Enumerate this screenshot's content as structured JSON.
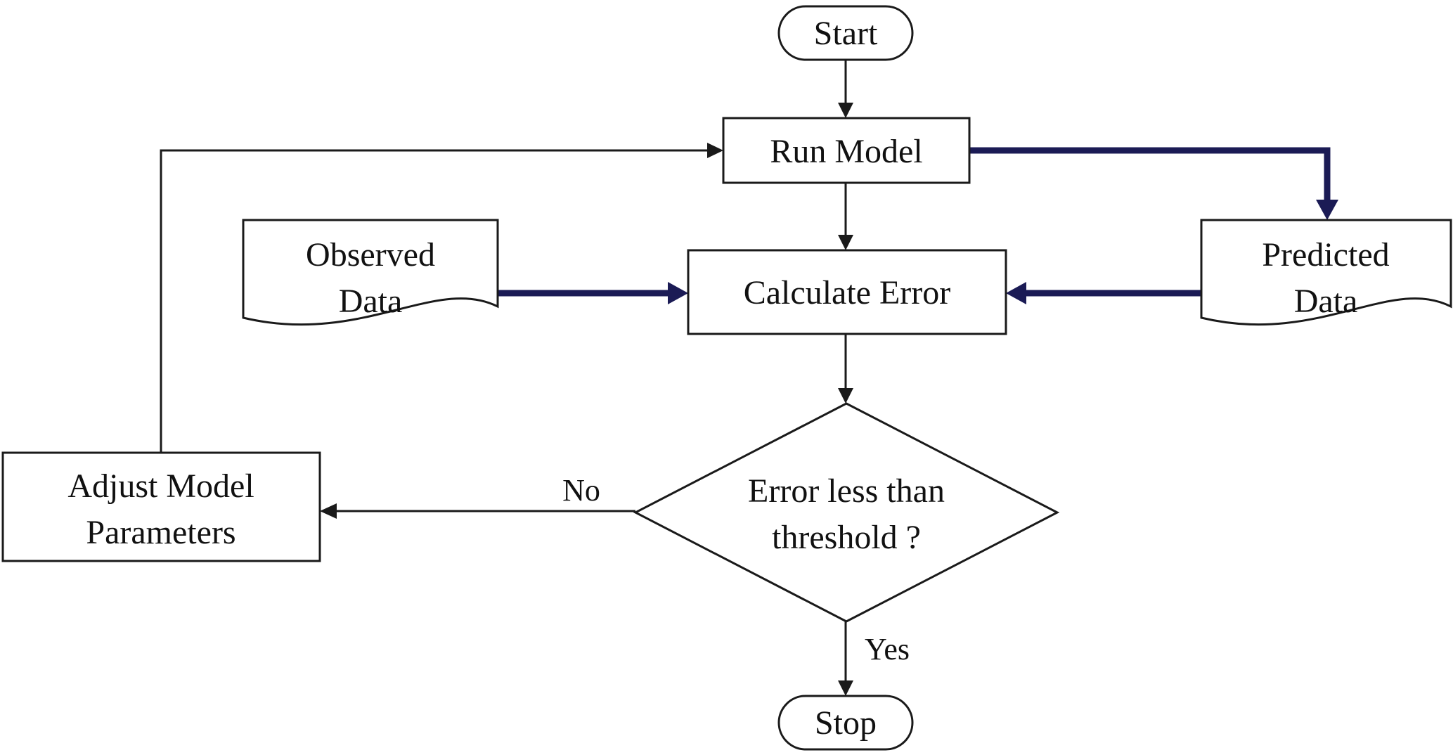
{
  "diagram": {
    "type": "flowchart",
    "nodes": {
      "start": {
        "label": "Start",
        "shape": "terminator"
      },
      "run_model": {
        "label": "Run Model",
        "shape": "process"
      },
      "observed_data": {
        "line1": "Observed",
        "line2": "Data",
        "shape": "document"
      },
      "predicted_data": {
        "line1": "Predicted",
        "line2": "Data",
        "shape": "document"
      },
      "calculate_error": {
        "label": "Calculate Error",
        "shape": "process"
      },
      "decision": {
        "line1": "Error less than",
        "line2": "threshold ?",
        "shape": "decision"
      },
      "adjust_parameters": {
        "line1": "Adjust Model",
        "line2": "Parameters",
        "shape": "process"
      },
      "stop": {
        "label": "Stop",
        "shape": "terminator"
      }
    },
    "edge_labels": {
      "no": "No",
      "yes": "Yes"
    },
    "edges": [
      {
        "from": "start",
        "to": "run_model",
        "style": "thin"
      },
      {
        "from": "run_model",
        "to": "calculate_error",
        "style": "thin"
      },
      {
        "from": "run_model",
        "to": "predicted_data",
        "style": "thick"
      },
      {
        "from": "observed_data",
        "to": "calculate_error",
        "style": "thick"
      },
      {
        "from": "predicted_data",
        "to": "calculate_error",
        "style": "thick"
      },
      {
        "from": "calculate_error",
        "to": "decision",
        "style": "thin"
      },
      {
        "from": "decision",
        "to": "adjust_parameters",
        "label": "No",
        "style": "thin"
      },
      {
        "from": "adjust_parameters",
        "to": "run_model",
        "style": "thin"
      },
      {
        "from": "decision",
        "to": "stop",
        "label": "Yes",
        "style": "thin"
      }
    ],
    "colors": {
      "background": "#ffffff",
      "node_fill": "#ffffff",
      "stroke": "#1a1a1a",
      "thick_arrow": "#1b1b55",
      "text": "#111111"
    }
  }
}
